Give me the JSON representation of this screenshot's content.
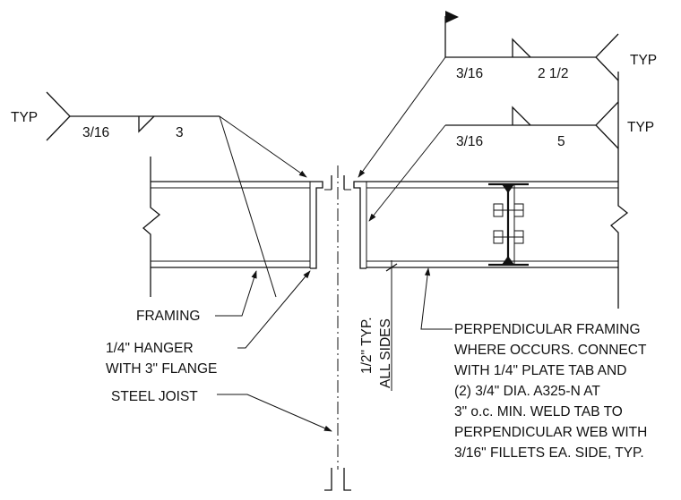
{
  "weld_symbols": {
    "left": {
      "size": "3/16",
      "length": "3",
      "tail": "TYP"
    },
    "top_right": {
      "size": "3/16",
      "length": "2 1/2",
      "tail": "TYP"
    },
    "mid_right": {
      "size": "3/16",
      "length": "5",
      "tail": "TYP"
    }
  },
  "callouts": {
    "framing": "FRAMING",
    "hanger_line1": "1/4\" HANGER",
    "hanger_line2": "WITH 3\" FLANGE",
    "steel_joist": "STEEL JOIST",
    "gap_line1": "1/2\" TYP.",
    "gap_line2": "ALL SIDES"
  },
  "note_lines": [
    "PERPENDICULAR FRAMING",
    "WHERE OCCURS. CONNECT",
    "WITH 1/4\" PLATE TAB AND",
    "(2) 3/4\" DIA. A325-N AT",
    "3\" o.c. MIN. WELD TAB TO",
    "PERPENDICULAR WEB WITH",
    "3/16\" FILLETS EA. SIDE, TYP."
  ]
}
